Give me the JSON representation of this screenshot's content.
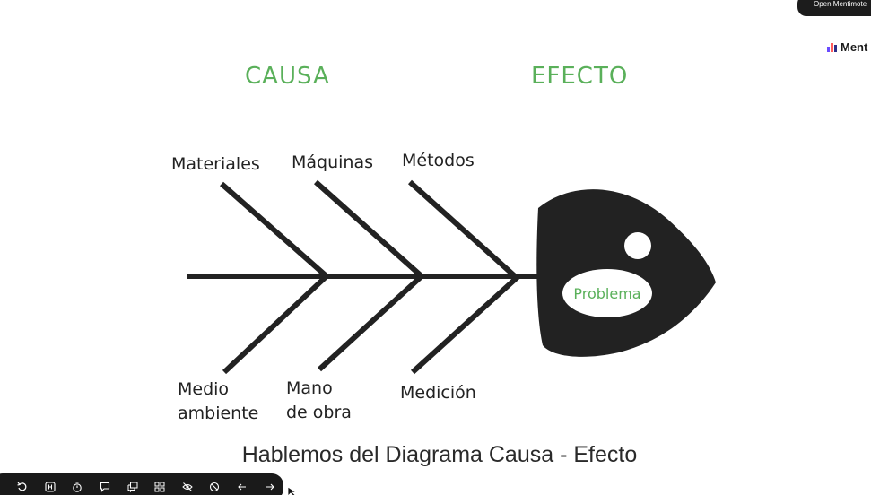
{
  "top_bar": {
    "open_button_label": "Open Mentimote"
  },
  "brand": {
    "name": "Mentimeter",
    "icon": "bar-chart-logo-icon",
    "colors": [
      "#6a4cff",
      "#ff5b5b",
      "#2e2e88"
    ]
  },
  "slide": {
    "cause_heading": "CAUSA",
    "effect_heading": "EFECTO",
    "title": "Hablemos del Diagrama Causa - Efecto",
    "fish": {
      "problem_label": "Problema",
      "top_bones": [
        "Materiales",
        "Máquinas",
        "Métodos"
      ],
      "bottom_bones": [
        [
          "Medio",
          "ambiente"
        ],
        [
          "Mano",
          "de obra"
        ],
        [
          "Medición"
        ]
      ]
    },
    "colors": {
      "accent": "#5ab05a",
      "ink": "#222222"
    }
  },
  "toolbar": {
    "items": [
      {
        "name": "restart-icon",
        "label": "Restart"
      },
      {
        "name": "hotkeys-icon",
        "label": "Keyboard shortcuts"
      },
      {
        "name": "timer-icon",
        "label": "Timer"
      },
      {
        "name": "comments-icon",
        "label": "Comments"
      },
      {
        "name": "qa-icon",
        "label": "Q&A"
      },
      {
        "name": "qr-code-icon",
        "label": "QR code"
      },
      {
        "name": "hide-results-icon",
        "label": "Hide results"
      },
      {
        "name": "close-voting-icon",
        "label": "Close voting"
      },
      {
        "name": "arrow-left-icon",
        "label": "Previous"
      },
      {
        "name": "arrow-right-icon",
        "label": "Next"
      }
    ]
  }
}
